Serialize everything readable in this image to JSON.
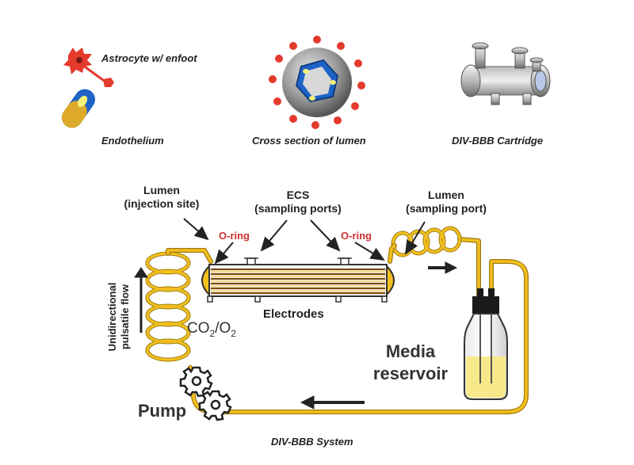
{
  "legend": {
    "astrocyte": "Astrocyte w/ enfoot",
    "endothelium": "Endothelium",
    "cross_section": "Cross section of lumen",
    "cartridge": "DIV-BBB Cartridge"
  },
  "system": {
    "lumen_injection_line1": "Lumen",
    "lumen_injection_line2": "(injection site)",
    "ecs_line1": "ECS",
    "ecs_line2": "(sampling ports)",
    "lumen_sampling_line1": "Lumen",
    "lumen_sampling_line2": "(sampling port)",
    "oring_left": "O-ring",
    "oring_right": "O-ring",
    "flow_line1": "Unidirectional",
    "flow_line2": "pulsatile flow",
    "gas_co2": "CO",
    "gas_sub1": "2",
    "gas_sep": "/O",
    "gas_sub2": "2",
    "electrodes": "Electrodes",
    "media_line1": "Media",
    "media_line2": "reservoir",
    "pump": "Pump",
    "title": "DIV-BBB System"
  },
  "colors": {
    "tube": "#f2c01e",
    "tube_edge": "#a07a10",
    "endothelium_blue": "#1e63c8",
    "astrocyte_red": "#e43a2c",
    "oring_red": "#d32f2f",
    "media": "#f7e98a"
  }
}
